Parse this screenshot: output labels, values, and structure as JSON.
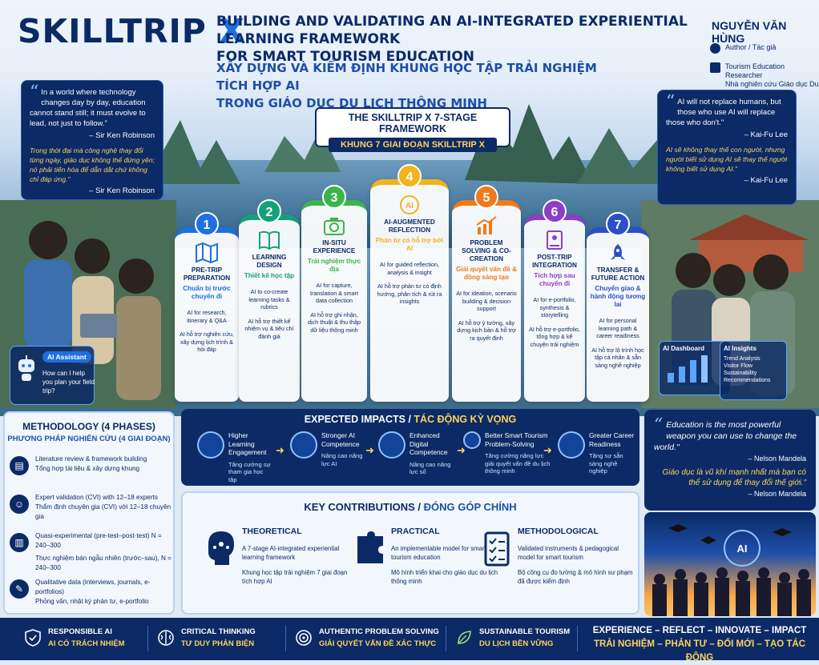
{
  "header": {
    "logo_main": "SKILLTRIP",
    "logo_x": "X",
    "title_en_1": "BUILDING AND VALIDATING AN AI-INTEGRATED EXPERIENTIAL LEARNING FRAMEWORK",
    "title_en_2": "FOR SMART TOURISM EDUCATION",
    "title_vi_1": "XÂY DỰNG VÀ KIỂM ĐỊNH KHUNG HỌC TẬP TRẢI NGHIỆM TÍCH HỢP AI",
    "title_vi_2": "TRONG GIÁO DỤC DU LỊCH THÔNG MINH"
  },
  "author": {
    "name": "NGUYỄN VĂN HÙNG",
    "role_1": "Author / Tác giả",
    "role_2_en": "Tourism Education Researcher",
    "role_2_vi": "Nhà nghiên cứu Giáo dục Du lịch"
  },
  "quote_left": {
    "text": "In a world where technology changes day by day, education cannot stand still; it must evolve to lead, not just to follow.\"",
    "author": "– Sir Ken Robinson",
    "vi": "Trong thời đại mà công nghệ thay đổi từng ngày, giáo dục không thể đứng yên; nó phải tiến hóa để dẫn dắt chứ không chỉ đáp ứng.\"",
    "vi_author": "– Sir Ken Robinson"
  },
  "quote_right": {
    "text": "AI will not replace humans, but those who use AI will replace those who don't.\"",
    "author": "– Kai-Fu Lee",
    "vi": "AI sẽ không thay thế con người, nhưng người biết sử dụng AI sẽ thay thế người không biết sử dụng AI.\"",
    "vi_author": "– Kai-Fu Lee"
  },
  "framework": {
    "title_en": "THE SKILLTRIP X 7-STAGE FRAMEWORK",
    "title_vi": "KHUNG 7 GIAI ĐOẠN SKILLTRIP X",
    "stages": [
      {
        "num": "1",
        "en": "PRE-TRIP PREPARATION",
        "vi": "Chuẩn bị trước chuyến đi",
        "desc_en": "AI for research, itinerary & Q&A",
        "desc_vi": "AI hỗ trợ nghiên cứu, xây dựng lịch trình & hỏi đáp",
        "color": "#1f6fe0"
      },
      {
        "num": "2",
        "en": "LEARNING DESIGN",
        "vi": "Thiết kế học tập",
        "desc_en": "AI to co-create learning tasks & rubrics",
        "desc_vi": "AI hỗ trợ thiết kế nhiệm vụ & tiêu chí đánh giá",
        "color": "#16a07a"
      },
      {
        "num": "3",
        "en": "IN-SITU EXPERIENCE",
        "vi": "Trải nghiệm thực địa",
        "desc_en": "AI for capture, translation & smart data collection",
        "desc_vi": "AI hỗ trợ ghi nhận, dịch thuật & thu thập dữ liệu thông minh",
        "color": "#3bb54a"
      },
      {
        "num": "4",
        "en": "AI-AUGMENTED REFLECTION",
        "vi": "Phản tư có hỗ trợ bởi AI",
        "desc_en": "AI for guided reflection, analysis & insight",
        "desc_vi": "AI hỗ trợ phản tư có định hướng, phân tích & rút ra insights",
        "color": "#f2b31b"
      },
      {
        "num": "5",
        "en": "PROBLEM SOLVING & CO-CREATION",
        "vi": "Giải quyết vấn đề & đồng sáng tạo",
        "desc_en": "AI for ideation, scenario building & decision support",
        "desc_vi": "AI hỗ trợ ý tưởng, xây dựng kịch bản & hỗ trợ ra quyết định",
        "color": "#f07a1a"
      },
      {
        "num": "6",
        "en": "POST-TRIP INTEGRATION",
        "vi": "Tích hợp sau chuyến đi",
        "desc_en": "AI for e-portfolio, synthesis & storytelling",
        "desc_vi": "AI hỗ trợ e-portfolio, tổng hợp & kể chuyện trải nghiệm",
        "color": "#8a3fc8"
      },
      {
        "num": "7",
        "en": "TRANSFER & FUTURE ACTION",
        "vi": "Chuyển giao & hành động tương lai",
        "desc_en": "AI for personal learning path & career readiness",
        "desc_vi": "AI hỗ trợ lộ trình học tập cá nhân & sẵn sàng nghề nghiệp",
        "color": "#2a4fc8"
      }
    ]
  },
  "assistant": {
    "title": "AI Assistant",
    "text": "How can I help you plan your field trip?"
  },
  "dashboard": {
    "title": "AI Dashboard",
    "insights_title": "AI Insights",
    "insights_items": [
      "Trend Analysis",
      "Visitor Flow",
      "Sustainability",
      "Recommendations"
    ]
  },
  "methodology": {
    "title_en": "METHODOLOGY (4 PHASES)",
    "title_vi": "PHƯƠNG PHÁP NGHIÊN CỨU (4 GIAI ĐOẠN)",
    "phases": [
      {
        "en": "Literature review & framework building",
        "vi": "Tổng hợp tài liệu & xây dựng khung"
      },
      {
        "en": "Expert validation (CVI) with 12–18 experts",
        "vi": "Thẩm định chuyên gia (CVI) với 12–18 chuyên gia"
      },
      {
        "en": "Quasi-experimental (pre-test–post-test) N = 240–300",
        "vi": "Thực nghiệm bán ngẫu nhiên (trước–sau), N = 240–300"
      },
      {
        "en": "Qualitative data (interviews, journals, e-portfolios)",
        "vi": "Phỏng vấn, nhật ký phản tư, e-portfolio"
      }
    ]
  },
  "impacts": {
    "title_en": "EXPECTED IMPACTS /",
    "title_vi": "TÁC ĐỘNG KỲ VỌNG",
    "items": [
      {
        "en": "Higher Learning Engagement",
        "vi": "Tăng cường sự tham gia học tập"
      },
      {
        "en": "Stronger AI Competence",
        "vi": "Nâng cao năng lực AI"
      },
      {
        "en": "Enhanced Digital Competence",
        "vi": "Nâng cao năng lực số"
      },
      {
        "en": "Better Smart Tourism Problem-Solving",
        "vi": "Tăng cường năng lực giải quyết vấn đề du lịch thông minh"
      },
      {
        "en": "Greater Career Readiness",
        "vi": "Tăng sự sẵn sàng nghề nghiệp"
      }
    ]
  },
  "contributions": {
    "title_en": "KEY CONTRIBUTIONS /",
    "title_vi": "ĐÓNG GÓP CHÍNH",
    "items": [
      {
        "h": "THEORETICAL",
        "en": "A 7-stage AI-integrated experiential learning framework",
        "vi": "Khung học tập trải nghiệm 7 giai đoạn tích hợp AI"
      },
      {
        "h": "PRACTICAL",
        "en": "An implementable model for smart tourism education",
        "vi": "Mô hình triển khai cho giáo dục du lịch thông minh"
      },
      {
        "h": "METHODOLOGICAL",
        "en": "Validated instruments & pedagogical model for smart tourism",
        "vi": "Bộ công cụ đo lường & mô hình sư phạm đã được kiểm định"
      }
    ]
  },
  "quote_mandela": {
    "text": "Education is the most powerful weapon you can use to change the world.\"",
    "author": "– Nelson Mandela",
    "vi": "Giáo dục là vũ khí mạnh nhất mà bạn có thể sử dụng để thay đổi thế giới.\"",
    "vi_author": "– Nelson Mandela"
  },
  "footer": {
    "items": [
      {
        "en": "RESPONSIBLE AI",
        "vi": "AI CÓ TRÁCH NHIỆM"
      },
      {
        "en": "CRITICAL THINKING",
        "vi": "TƯ DUY PHẢN BIỆN"
      },
      {
        "en": "AUTHENTIC PROBLEM SOLVING",
        "vi": "GIẢI QUYẾT VẤN ĐỀ XÁC THỰC"
      },
      {
        "en": "SUSTAINABLE TOURISM",
        "vi": "DU LỊCH BỀN VỮNG"
      }
    ],
    "slogan_en": "EXPERIENCE – REFLECT – INNOVATE – IMPACT",
    "slogan_vi": "TRẢI NGHIỆM – PHẢN TƯ – ĐỔI MỚI – TẠO TÁC ĐỘNG"
  },
  "colors": {
    "navy": "#0b2a66",
    "accent": "#1f6fe0",
    "gold": "#ffd15c"
  }
}
